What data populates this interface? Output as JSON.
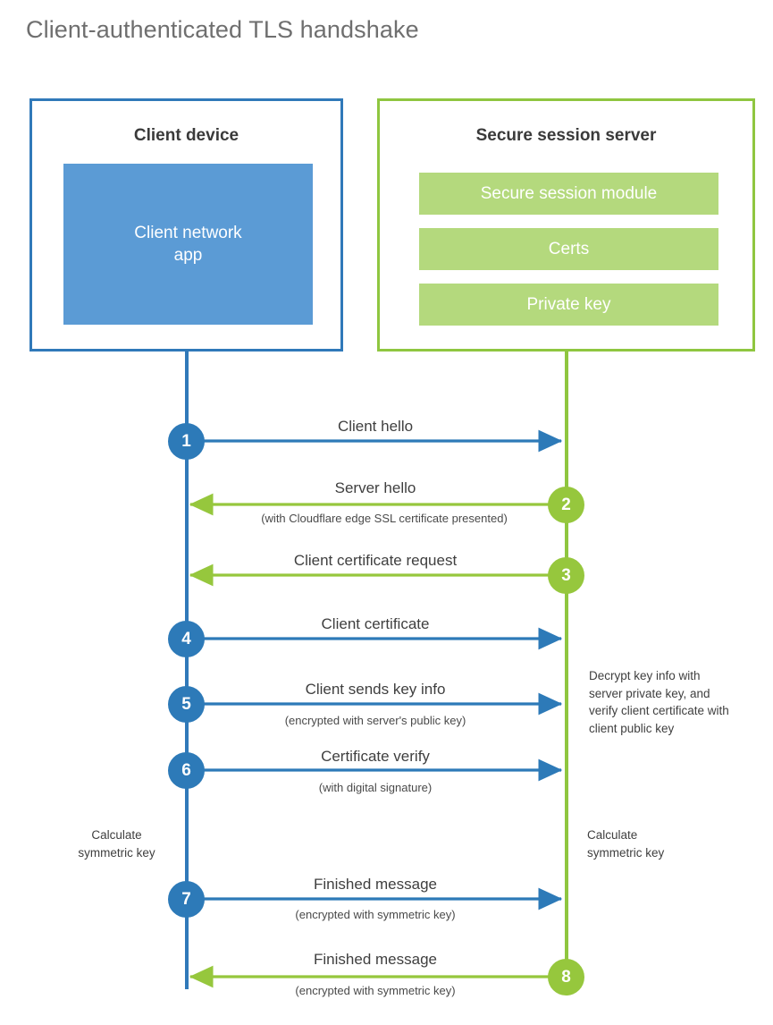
{
  "title": "Client-authenticated TLS handshake",
  "colors": {
    "client_blue": "#3079b9",
    "client_app_blue": "#5b9bd5",
    "step_blue": "#2d7ab8",
    "server_green": "#8fc640",
    "server_bar_green": "#b4d97d",
    "step_green": "#96c73d",
    "title_gray": "#6f6f6f",
    "text_dark": "#3a3a3a"
  },
  "client": {
    "title": "Client device",
    "app_label": "Client network\napp",
    "app_label_line1": "Client network",
    "app_label_line2": "app",
    "calculate_note_line1": "Calculate",
    "calculate_note_line2": "symmetric key"
  },
  "server": {
    "title": "Secure session server",
    "bars": [
      {
        "label": "Secure session module"
      },
      {
        "label": "Certs"
      },
      {
        "label": "Private key"
      }
    ],
    "decrypt_note": "Decrypt key info with server private key, and verify client certificate with client public key",
    "calculate_note_line1": "Calculate",
    "calculate_note_line2": "symmetric key"
  },
  "steps": [
    {
      "number": "1",
      "label": "Client hello",
      "sublabel": "",
      "direction": "client-to-server",
      "color": "blue"
    },
    {
      "number": "2",
      "label": "Server hello",
      "sublabel": "(with Cloudflare edge SSL certificate presented)",
      "direction": "server-to-client",
      "color": "green"
    },
    {
      "number": "3",
      "label": "Client certificate request",
      "sublabel": "",
      "direction": "server-to-client",
      "color": "green"
    },
    {
      "number": "4",
      "label": "Client certificate",
      "sublabel": "",
      "direction": "client-to-server",
      "color": "blue"
    },
    {
      "number": "5",
      "label": "Client sends key info",
      "sublabel": "(encrypted with server's public key)",
      "direction": "client-to-server",
      "color": "blue"
    },
    {
      "number": "6",
      "label": "Certificate verify",
      "sublabel": "(with digital signature)",
      "direction": "client-to-server",
      "color": "blue"
    },
    {
      "number": "7",
      "label": "Finished message",
      "sublabel": "(encrypted with symmetric key)",
      "direction": "client-to-server",
      "color": "blue"
    },
    {
      "number": "8",
      "label": "Finished message",
      "sublabel": "(encrypted with symmetric key)",
      "direction": "server-to-client",
      "color": "green"
    }
  ]
}
